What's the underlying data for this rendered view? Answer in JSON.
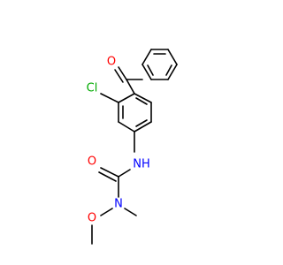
{
  "diagram": {
    "type": "chemical-structure",
    "colors": {
      "bond": "#000000",
      "oxygen": "#ff0000",
      "nitrogen": "#0000ff",
      "chlorine": "#00aa00",
      "background": "#ffffff"
    },
    "atoms": {
      "carbonyl_oxygen_top": "O",
      "chlorine": "Cl",
      "amide_nh": "NH",
      "urea_oxygen": "O",
      "urea_nitrogen": "N",
      "methoxy_oxygen": "O"
    }
  }
}
